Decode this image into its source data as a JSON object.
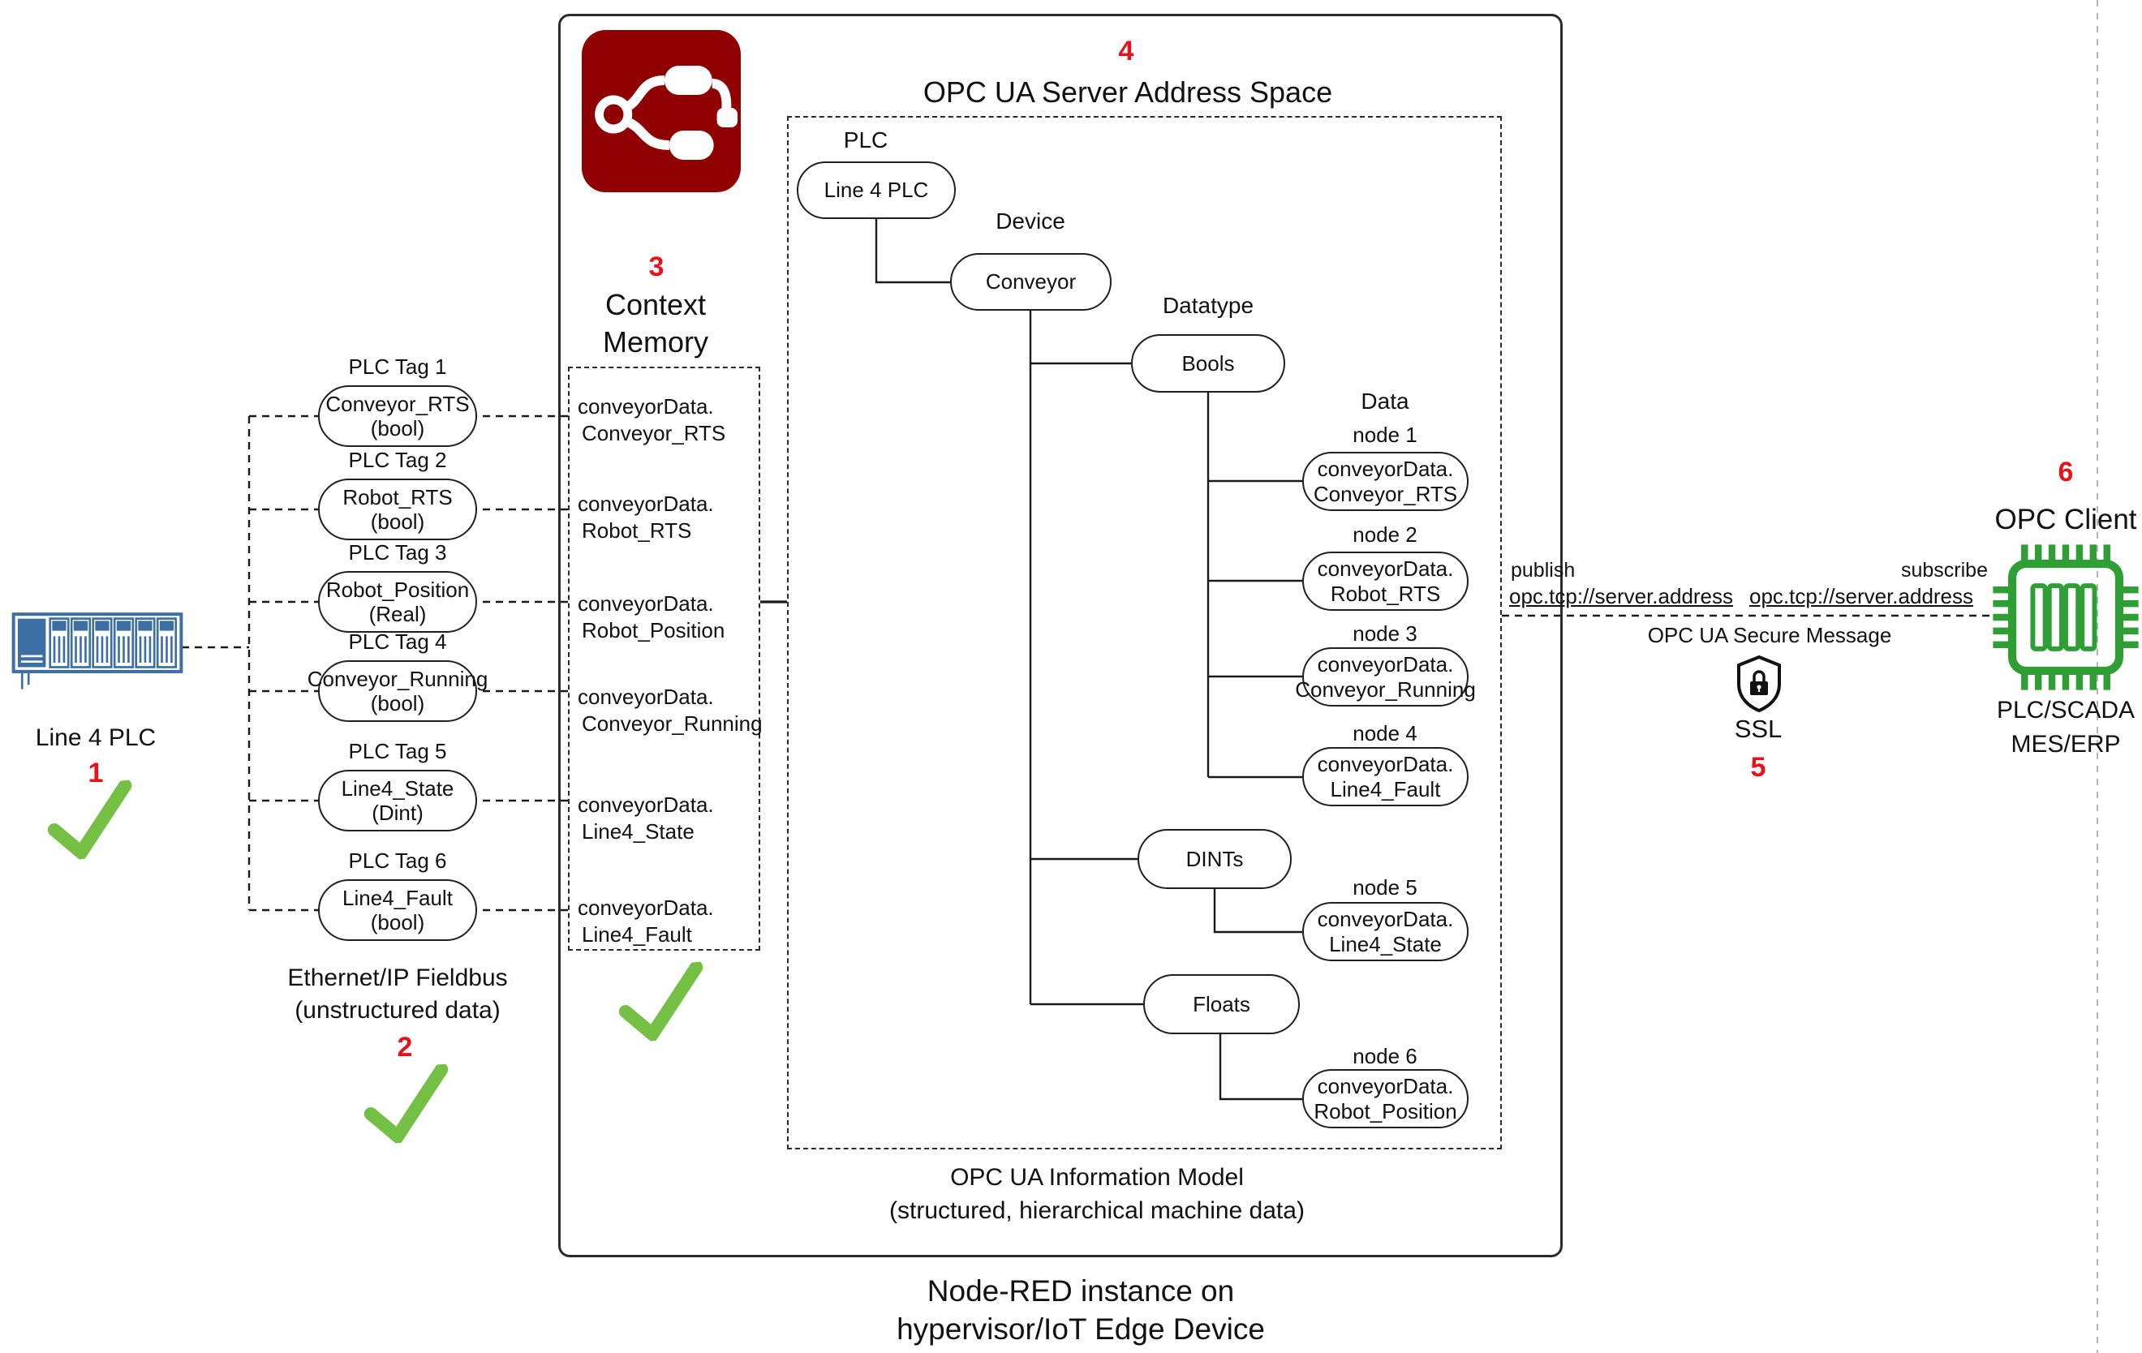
{
  "colors": {
    "step_number": "#e8131a",
    "check_green": "#74c044",
    "node_red": "#8f0000",
    "plc_blue": "#3d6fa5",
    "chip_green": "#2f9e35"
  },
  "plc_device": {
    "step": "1",
    "label": "Line 4 PLC"
  },
  "fieldbus": {
    "step": "2",
    "line1": "Ethernet/IP Fieldbus",
    "line2": "(unstructured data)"
  },
  "plc_tags": [
    {
      "title": "PLC Tag 1",
      "name": "Conveyor_RTS",
      "type": "(bool)"
    },
    {
      "title": "PLC Tag 2",
      "name": "Robot_RTS",
      "type": "(bool)"
    },
    {
      "title": "PLC Tag 3",
      "name": "Robot_Position",
      "type": "(Real)"
    },
    {
      "title": "PLC Tag 4",
      "name": "Conveyor_Running",
      "type": "(bool)"
    },
    {
      "title": "PLC Tag 5",
      "name": "Line4_State",
      "type": "(Dint)"
    },
    {
      "title": "PLC Tag 6",
      "name": "Line4_Fault",
      "type": "(bool)"
    }
  ],
  "context_memory": {
    "step": "3",
    "title_line1": "Context",
    "title_line2": "Memory",
    "items": [
      {
        "line1": "conveyorData.",
        "line2": "Conveyor_RTS"
      },
      {
        "line1": "conveyorData.",
        "line2": "Robot_RTS"
      },
      {
        "line1": "conveyorData.",
        "line2": "Robot_Position"
      },
      {
        "line1": "conveyorData.",
        "line2": "Conveyor_Running"
      },
      {
        "line1": "conveyorData.",
        "line2": "Line4_State"
      },
      {
        "line1": "conveyorData.",
        "line2": "Line4_Fault"
      }
    ]
  },
  "address_space": {
    "step": "4",
    "title": "OPC UA Server Address Space",
    "group_labels": {
      "plc": "PLC",
      "device": "Device",
      "datatype": "Datatype",
      "data": "Data"
    },
    "plc_node": "Line 4 PLC",
    "device_node": "Conveyor",
    "datatype_nodes": [
      "Bools",
      "DINTs",
      "Floats"
    ],
    "data_nodes": [
      {
        "title": "node 1",
        "line1": "conveyorData.",
        "line2": "Conveyor_RTS"
      },
      {
        "title": "node 2",
        "line1": "conveyorData.",
        "line2": "Robot_RTS"
      },
      {
        "title": "node 3",
        "line1": "conveyorData.",
        "line2": "Conveyor_Running"
      },
      {
        "title": "node 4",
        "line1": "conveyorData.",
        "line2": "Line4_Fault"
      },
      {
        "title": "node 5",
        "line1": "conveyorData.",
        "line2": "Line4_State"
      },
      {
        "title": "node 6",
        "line1": "conveyorData.",
        "line2": "Robot_Position"
      }
    ],
    "footer_line1": "OPC UA Information Model",
    "footer_line2": "(structured, hierarchical machine data)"
  },
  "instance_caption": {
    "line1": "Node-RED instance on",
    "line2": "hypervisor/IoT Edge Device"
  },
  "connection": {
    "step": "5",
    "publish_label": "publish",
    "publish_address": "opc.tcp://server.address",
    "subscribe_label": "subscribe",
    "subscribe_address": "opc.tcp://server.address",
    "secure_message_label": "OPC UA Secure Message",
    "ssl_label": "SSL"
  },
  "opc_client": {
    "step": "6",
    "title": "OPC Client",
    "line1": "PLC/SCADA",
    "line2": "MES/ERP"
  }
}
